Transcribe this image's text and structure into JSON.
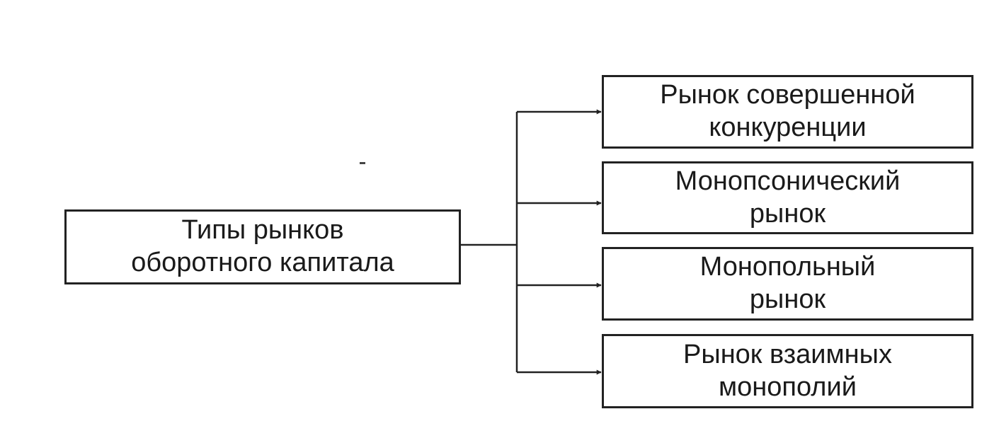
{
  "source": {
    "line1": "Типы рынков",
    "line2": "оборотного капитала"
  },
  "targets": [
    {
      "line1": "Рынок совершенной",
      "line2": "конкуренции"
    },
    {
      "line1": "Монопсонический",
      "line2": "рынок"
    },
    {
      "line1": "Монопольный",
      "line2": "рынок"
    },
    {
      "line1": "Рынок взаимных",
      "line2": "монополий"
    }
  ],
  "colors": {
    "stroke": "#222222",
    "background": "#ffffff"
  }
}
